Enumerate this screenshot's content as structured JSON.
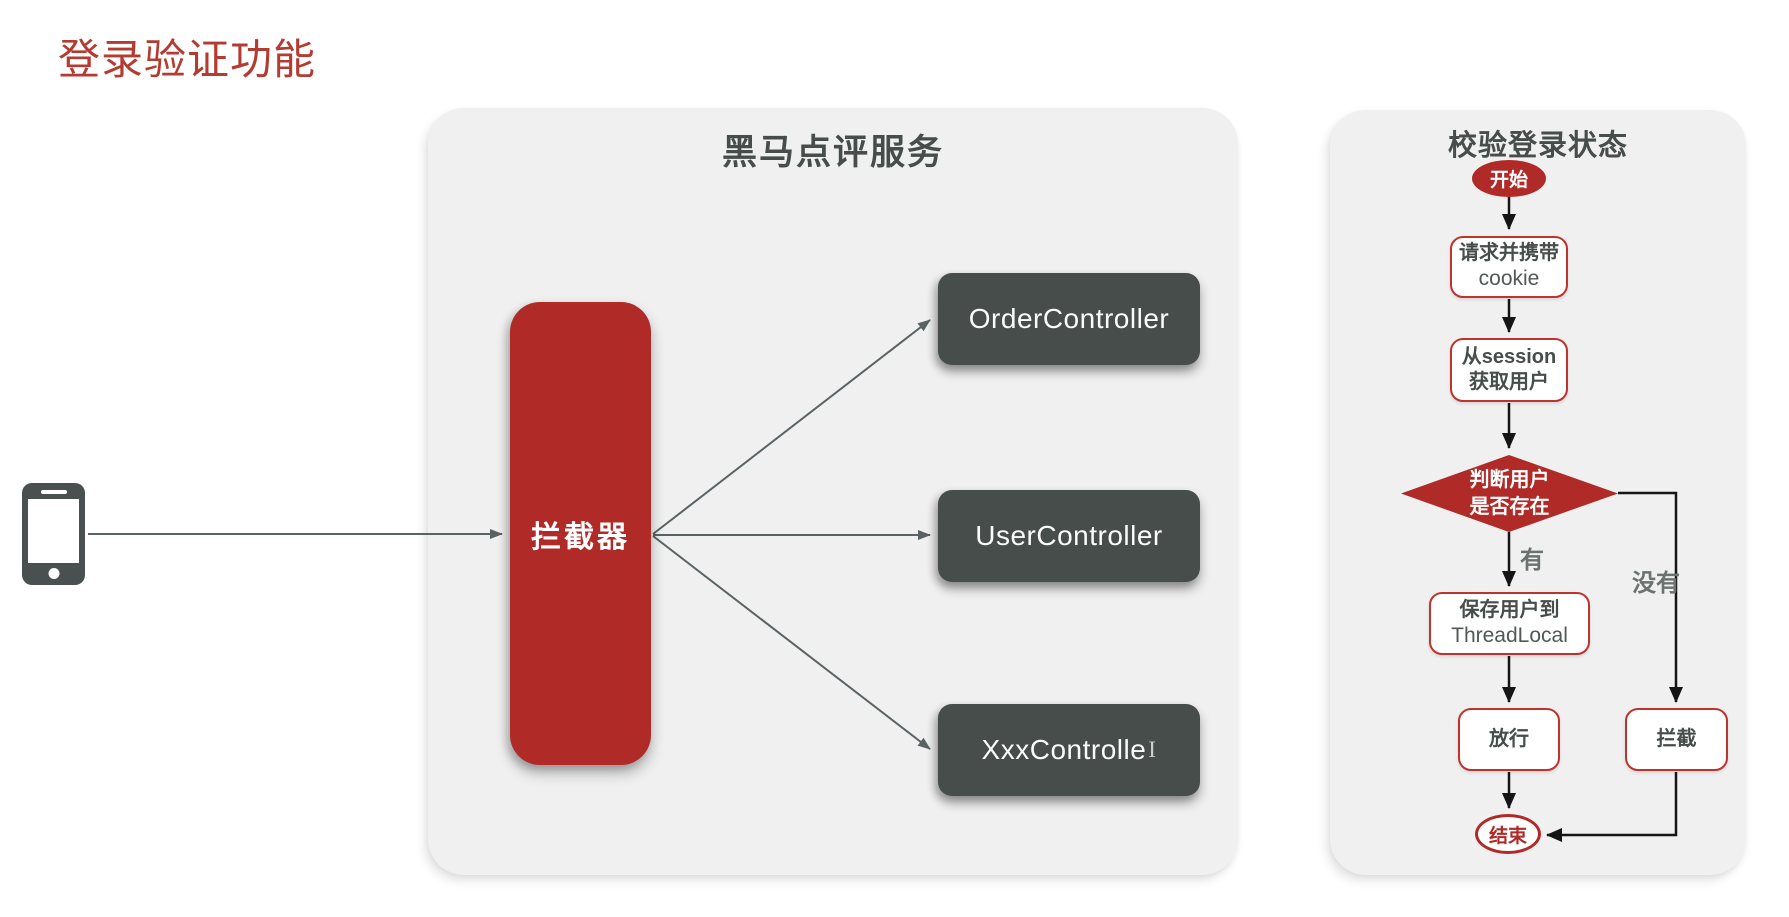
{
  "page": {
    "title": "登录验证功能"
  },
  "colors": {
    "accent_red": "#B02A28",
    "title_red": "#B43B32",
    "node_dark": "#464D4B",
    "panel_bg": "#F0F0F0",
    "flow_border_red": "#BE332C",
    "edge_gray": "#5B6264",
    "edge_black": "#151515"
  },
  "client": {
    "icon": "smartphone"
  },
  "service_panel": {
    "title": "黑马点评服务",
    "interceptor_label": "拦截器",
    "controllers": [
      {
        "label": "OrderController"
      },
      {
        "label": "UserController"
      },
      {
        "label": "XxxControlle",
        "text_cursor": "I"
      }
    ]
  },
  "flow_panel": {
    "title": "校验登录状态",
    "start_label": "开始",
    "request_box": {
      "line1": "请求并携带",
      "line2": "cookie"
    },
    "session_box": {
      "line1": "从session",
      "line2": "获取用户"
    },
    "decision": {
      "line1": "判断用户",
      "line2": "是否存在"
    },
    "save_box": {
      "line1": "保存用户到",
      "line2": "ThreadLocal"
    },
    "pass_label": "放行",
    "intercept_label": "拦截",
    "end_label": "结束",
    "yes_label": "有",
    "no_label": "没有"
  }
}
